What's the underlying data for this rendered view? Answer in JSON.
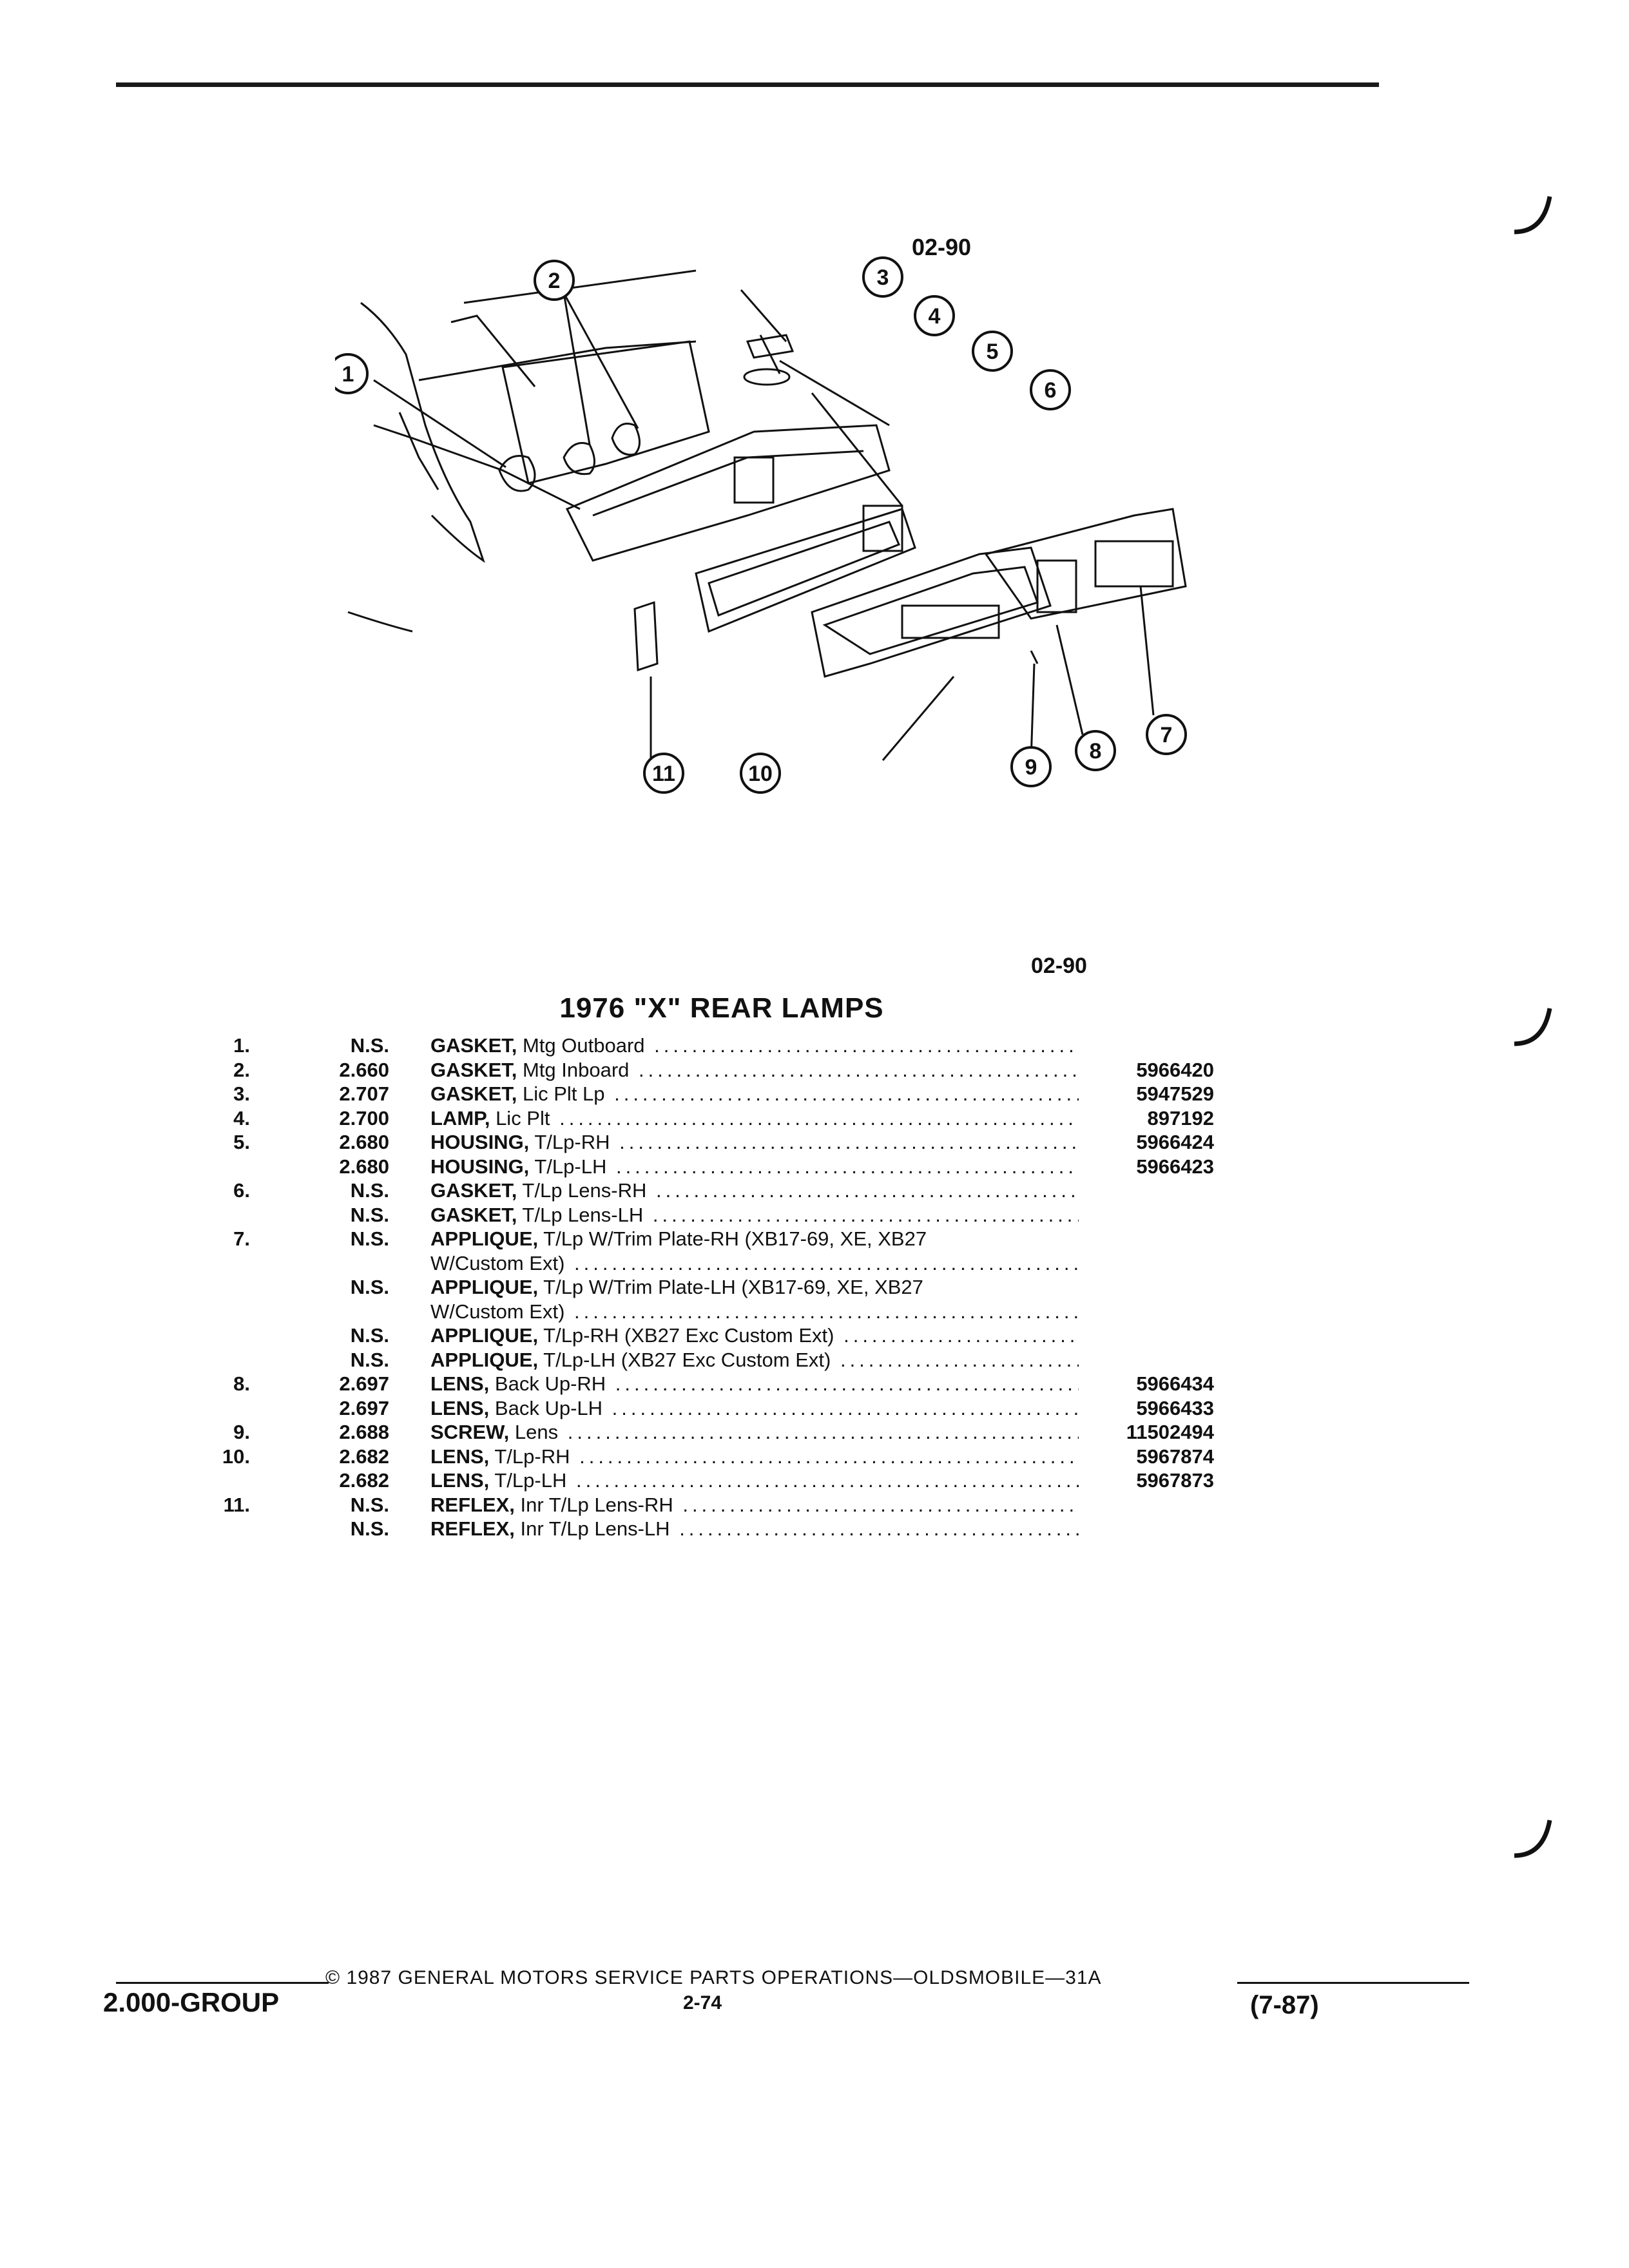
{
  "figure": {
    "code_top": "02-90",
    "code_bottom": "02-90",
    "callouts": [
      "1",
      "2",
      "3",
      "4",
      "5",
      "6",
      "7",
      "8",
      "9",
      "10",
      "11"
    ]
  },
  "title": "1976 \"X\" REAR LAMPS",
  "parts": [
    {
      "no": "1.",
      "grp": "N.S.",
      "name": "GASKET,",
      "desc": " Mtg Outboard",
      "pn": ""
    },
    {
      "no": "2.",
      "grp": "2.660",
      "name": "GASKET,",
      "desc": " Mtg Inboard",
      "pn": "5966420"
    },
    {
      "no": "3.",
      "grp": "2.707",
      "name": "GASKET,",
      "desc": " Lic Plt Lp",
      "pn": "5947529"
    },
    {
      "no": "4.",
      "grp": "2.700",
      "name": "LAMP,",
      "desc": " Lic Plt",
      "pn": "897192"
    },
    {
      "no": "5.",
      "grp": "2.680",
      "name": "HOUSING,",
      "desc": " T/Lp-RH",
      "pn": "5966424"
    },
    {
      "no": "",
      "grp": "2.680",
      "name": "HOUSING,",
      "desc": " T/Lp-LH",
      "pn": "5966423"
    },
    {
      "no": "6.",
      "grp": "N.S.",
      "name": "GASKET,",
      "desc": " T/Lp Lens-RH",
      "pn": ""
    },
    {
      "no": "",
      "grp": "N.S.",
      "name": "GASKET,",
      "desc": " T/Lp Lens-LH",
      "pn": ""
    },
    {
      "no": "7.",
      "grp": "N.S.",
      "name": "APPLIQUE,",
      "desc": " T/Lp W/Trim Plate-RH (XB17-69, XE, XB27",
      "pn": "",
      "nodots": true
    },
    {
      "no": "",
      "grp": "",
      "name": "",
      "desc": "W/Custom Ext)",
      "pn": ""
    },
    {
      "no": "",
      "grp": "N.S.",
      "name": "APPLIQUE,",
      "desc": " T/Lp W/Trim Plate-LH (XB17-69, XE, XB27",
      "pn": "",
      "nodots": true
    },
    {
      "no": "",
      "grp": "",
      "name": "",
      "desc": "W/Custom Ext)",
      "pn": ""
    },
    {
      "no": "",
      "grp": "N.S.",
      "name": "APPLIQUE,",
      "desc": " T/Lp-RH (XB27 Exc Custom Ext)",
      "pn": ""
    },
    {
      "no": "",
      "grp": "N.S.",
      "name": "APPLIQUE,",
      "desc": " T/Lp-LH (XB27 Exc Custom Ext)",
      "pn": ""
    },
    {
      "no": "8.",
      "grp": "2.697",
      "name": "LENS,",
      "desc": " Back Up-RH",
      "pn": "5966434"
    },
    {
      "no": "",
      "grp": "2.697",
      "name": "LENS,",
      "desc": " Back Up-LH",
      "pn": "5966433"
    },
    {
      "no": "9.",
      "grp": "2.688",
      "name": "SCREW,",
      "desc": " Lens",
      "pn": "11502494"
    },
    {
      "no": "10.",
      "grp": "2.682",
      "name": "LENS,",
      "desc": " T/Lp-RH",
      "pn": "5967874"
    },
    {
      "no": "",
      "grp": "2.682",
      "name": "LENS,",
      "desc": " T/Lp-LH",
      "pn": "5967873"
    },
    {
      "no": "11.",
      "grp": "N.S.",
      "name": "REFLEX,",
      "desc": " Inr T/Lp Lens-RH",
      "pn": ""
    },
    {
      "no": "",
      "grp": "N.S.",
      "name": "REFLEX,",
      "desc": " Inr T/Lp Lens-LH",
      "pn": ""
    }
  ],
  "footer": {
    "copyright": "© 1987 GENERAL MOTORS SERVICE PARTS OPERATIONS—OLDSMOBILE—31A",
    "group": "2.000-GROUP",
    "page": "2-74",
    "date": "(7-87)"
  }
}
